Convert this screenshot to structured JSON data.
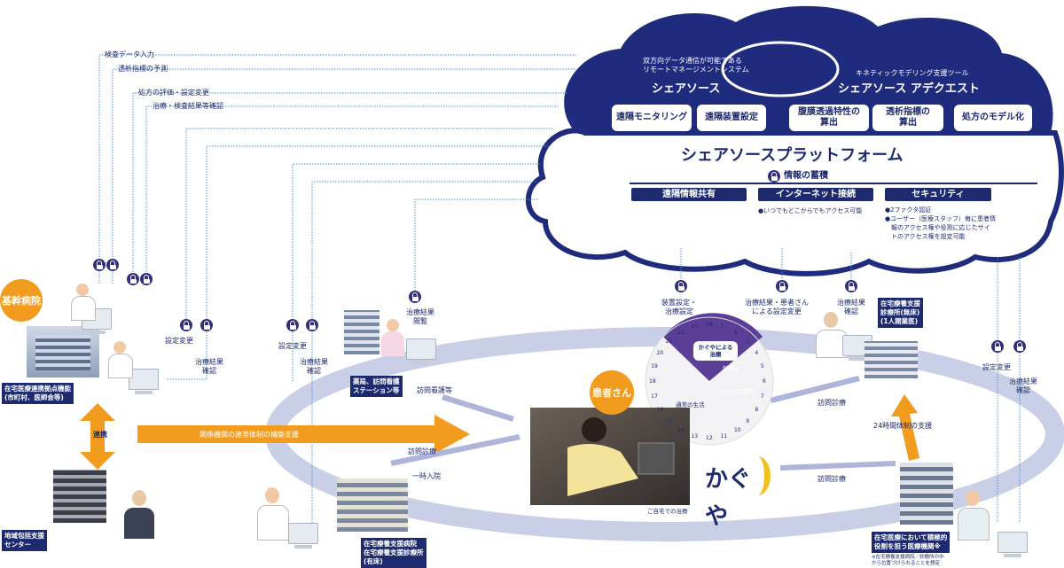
{
  "cloud": {
    "left_caption": "双方向データ通信が可能である\nリモートマネージメントシステム",
    "left_title": "シェアソース",
    "right_caption": "キネティックモデリング支援ツール",
    "right_title": "シェアソース アデクエスト",
    "boxes": [
      "遠隔モニタリング",
      "遠隔装置設定",
      "腹膜透過特性の\n算出",
      "透析指標の\n算出",
      "処方のモデル化"
    ],
    "platform_title": "シェアソースプラットフォーム",
    "storage_label": "情報の蓄積",
    "bars": [
      "遠隔情報共有",
      "インターネット接続",
      "セキュリティ"
    ],
    "internet_note": "●いつでもどこからでもアクセス可能",
    "security_notes": [
      "●2ファクタ認証",
      "●ユーザー（医療スタッフ）毎に患者情",
      "報のアクセス権や役割に応じたサイ",
      "トのアクセス権を設定可能"
    ]
  },
  "flows": {
    "lab_data": "検査データ入力",
    "dialysis_forecast": "透析指標の予測",
    "prescription_eval": "処方の評価・設定変更",
    "treatment_confirm": "治療・検査結果等確認",
    "setting_change": "設定変更",
    "result_confirm": "治療結果\n確認",
    "result_browse": "治療結果\n閲覧",
    "device_setting": "装置設定・\n治療設定",
    "patient_setting_change": "治療結果・患者さん\nによる設定変更"
  },
  "facilities": {
    "core_hospital": "基幹病院",
    "core_hospital_note": "在宅医療連携拠点機能\n(市町村、医師会等)",
    "pharmacy": "薬局、訪問看護\nステーション等",
    "home_clinic_bed": "在宅療養支援\n診療所(無床)\n(1人開業医)",
    "community_center": "地域包括支援\nセンター",
    "home_hospital": "在宅療養支援病院\n在宅療養支援診療所\n(有床)",
    "home_medical": "在宅医療において積極的\n役割を担う医療機関※",
    "home_medical_note": "※在宅療養支援病院／診療所の中\nから位置づけられることを想定"
  },
  "ring": {
    "patient": "患者さん",
    "visit_nursing": "訪問看護等",
    "visit_care_top": "訪問診療",
    "support_24h": "24時間体制の支援",
    "visit_care_left": "訪問診療",
    "temp_admission": "一時入院",
    "visit_care_bottom": "訪問診療",
    "cooperation": "連携",
    "network_label": "関係機関の連帯体制の構築支援",
    "home_treatment": "ご自宅での治療",
    "kaguya_logo": "かぐや"
  },
  "clock": {
    "treatment_by": "かぐやによる\n治療",
    "sleeping": "就寝中",
    "power_off": "かぐや電源切",
    "daily_life": "通常の生活",
    "hours": [
      "22",
      "23",
      "24",
      "1",
      "2",
      "3",
      "4",
      "5",
      "6",
      "7",
      "8",
      "9",
      "10",
      "11",
      "12",
      "13",
      "14",
      "15",
      "16",
      "17",
      "18",
      "19",
      "20",
      "21"
    ]
  },
  "colors": {
    "navy": "#1d2a6e",
    "cloud": "#1f2b7c",
    "orange": "#f29c1f",
    "ring": "#c9cfe6",
    "purple": "#5b3f96",
    "binary": "#4a8fd8"
  }
}
